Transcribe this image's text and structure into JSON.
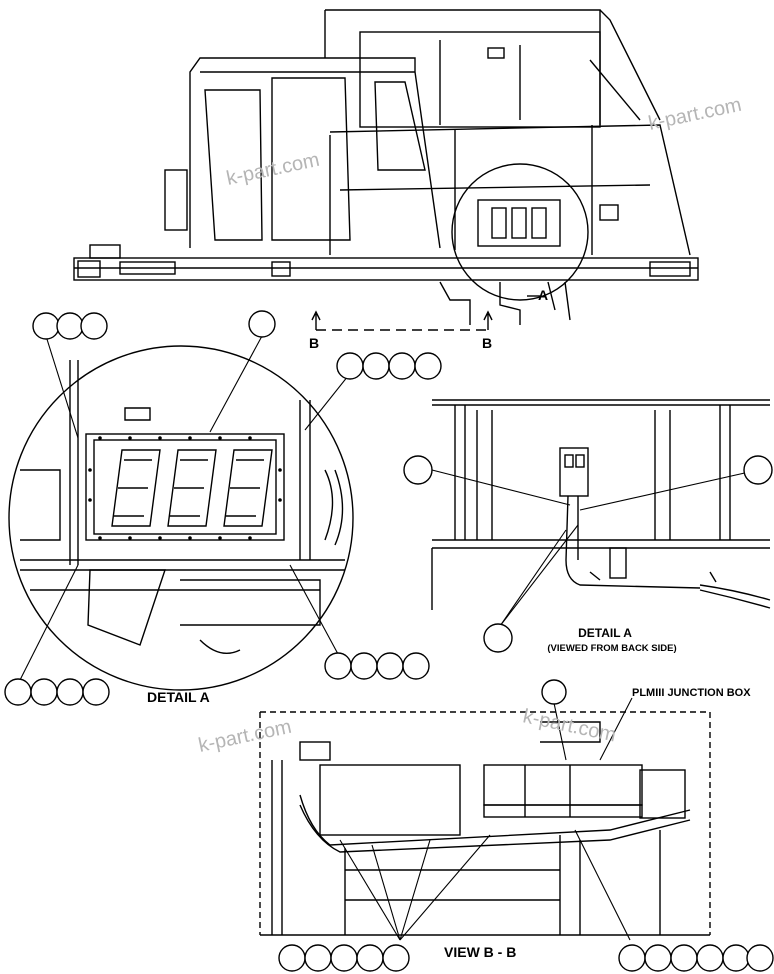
{
  "labels": {
    "section_marker": "A",
    "view_marker_left": "B",
    "view_marker_right": "B",
    "detail_a_caption": "DETAIL A",
    "detail_a_back_caption": "DETAIL A",
    "detail_a_back_subcaption": "(VIEWED FROM BACK SIDE)",
    "view_bb_caption": "VIEW B - B",
    "junction_box_label": "PLMIII JUNCTION BOX"
  },
  "watermarks": [
    "k-part.com",
    "k-part.com",
    "k-part.com",
    "k-part.com"
  ],
  "callout_groups": {
    "detail_a_top_left": {
      "count": 3
    },
    "detail_a_top_mid": {
      "count": 1
    },
    "detail_a_top_right": {
      "count": 4
    },
    "detail_a_bottom_left": {
      "count": 4
    },
    "detail_a_bottom_right": {
      "count": 4
    },
    "back_side_left": {
      "count": 1
    },
    "back_side_right": {
      "count": 1
    },
    "back_side_bottom": {
      "count": 1
    },
    "view_bb_top": {
      "count": 1
    },
    "view_bb_bottom_left": {
      "count": 5
    },
    "view_bb_bottom_right": {
      "count": 6
    }
  }
}
